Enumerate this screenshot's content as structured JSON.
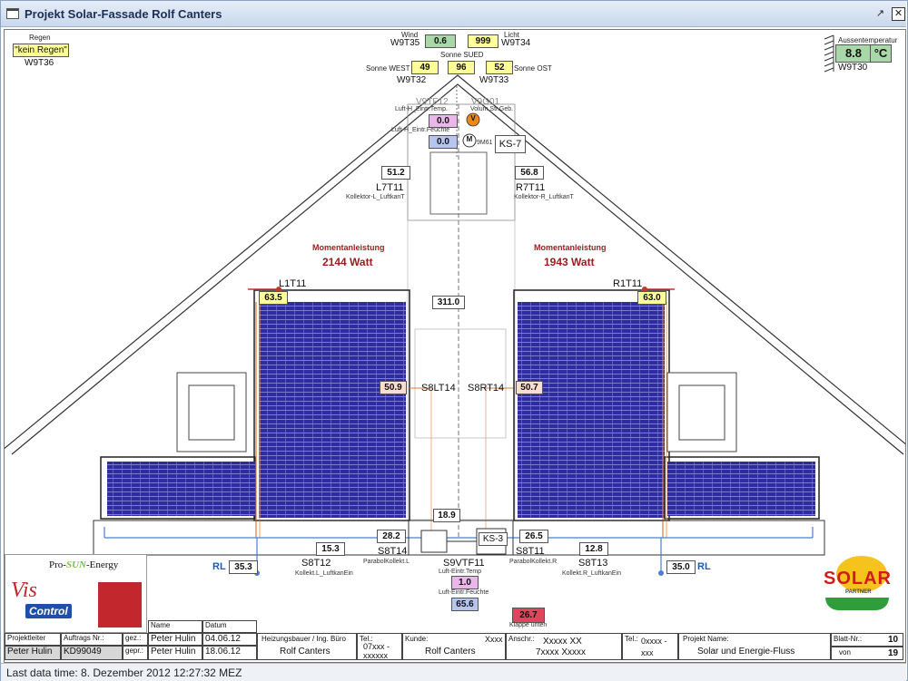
{
  "window": {
    "title": "Projekt Solar-Fassade Rolf Canters",
    "restore_glyph": "↗",
    "close_glyph": "✕"
  },
  "status": {
    "text": "Last data time: 8. Dezember 2012 12:27:32 MEZ"
  },
  "weather": {
    "regen_label": "Regen",
    "regen_value": "\"kein Regen\"",
    "regen_id": "W9T36",
    "wind_label": "Wind",
    "wind_id": "W9T35",
    "wind_value": "0.6",
    "licht_label": "Licht",
    "licht_id": "W9T34",
    "licht_value": "999",
    "sonne_sued_label": "Sonne SUED",
    "sonne_west_label": "Sonne WEST",
    "sonne_west_value": "49",
    "sonne_west_id": "W9T32",
    "sonne_sued_value": "96",
    "sonne_ost_label": "Sonne OST",
    "sonne_ost_value": "52",
    "sonne_ost_id": "W9T33",
    "aussen_label": "Aussentemperatur",
    "aussen_value": "8.8",
    "aussen_unit": "°C",
    "aussen_id": "W9T30"
  },
  "top_sensors": {
    "v9tf12": "V9TF12",
    "v9g01": "V9G01",
    "luft_h_temp_label": "Luft-H_Eintr.Temp.",
    "volum_label": "Volum.Str.Geb.",
    "luft_h_temp_value": "0.0",
    "luft_h_feuchte_label": "Luft-H_Eintr.Feuchte",
    "luft_h_feuchte_value": "0.0",
    "v_glyph": "V",
    "m_glyph": "M",
    "motor_id": "9M61",
    "ks7": "KS-7"
  },
  "collectors": {
    "left_value": "51.2",
    "left_id": "L7T11",
    "left_label": "Kollektor-L_LuftkanT",
    "right_value": "56.8",
    "right_id": "R7T11",
    "right_label": "Kollektor-R_LuftkanT",
    "left_power_label": "Momentanleistung",
    "left_power": "2144 Watt",
    "right_power_label": "Momentanleistung",
    "right_power": "1943 Watt",
    "l1t11": "L1T11",
    "l1t11_value": "63.5",
    "r1t11": "R1T11",
    "r1t11_value": "63.0",
    "center_value": "311.0",
    "s8lt14_value": "50.9",
    "s8lt14": "S8LT14",
    "s8rt14": "S8RT14",
    "s8rt14_value": "50.7",
    "bottom_center_value": "18.9"
  },
  "bottom": {
    "left_value": "28.2",
    "right_value": "26.5",
    "ks3": "KS-3",
    "s8t12_value": "15.3",
    "s8t14": "S8T14",
    "s8t11": "S8T11",
    "s8t13_value": "12.8",
    "s8t12": "S8T12",
    "parabol_l": "ParabolKollekt.L",
    "s9vtf11": "S9VTF11",
    "parabol_r": "ParabolKollekt.R",
    "s8t13": "S8T13",
    "kollekt_l_label": "Kollekt.L_LuftkanEin",
    "kollekt_r_label": "Kollekt.R_LuftkanEin",
    "rl_left_label": "RL",
    "rl_left_value": "35.3",
    "rl_right_value": "35.0",
    "rl_right_label": "RL",
    "luft_temp_label": "Luft-Eintr.Temp",
    "luft_temp_value": "1.0",
    "luft_feuchte_label": "Luft-Eintr.Feuchte",
    "luft_feuchte_value": "65.6",
    "klappe_value": "26.7",
    "klappe_label": "Klappe unten"
  },
  "logos": {
    "pro_sun": "Pro-",
    "sun": "SUN",
    "energy": "-Energy",
    "vis": "Vis",
    "control": "Control",
    "solar": "SOLAR",
    "partner": "PARTNER"
  },
  "footer": {
    "name_hdr": "Name",
    "datum_hdr": "Datum",
    "projektleiter_hdr": "Projektleiter",
    "auftrags_hdr": "Auftrags Nr.:",
    "gez": "gez.:",
    "gez_name": "Peter Hulin",
    "gez_date": "04.06.12",
    "projektleiter": "Peter Hulin",
    "auftrag": "KD99049",
    "gepr": "gepr.:",
    "gepr_name": "Peter Hulin",
    "gepr_date": "18.06.12",
    "heizungsbauer_hdr": "Heizungsbauer / Ing. Büro",
    "heizungsbauer": "Rolf Canters",
    "tel_hdr": "Tel.:",
    "tel1": "07xxx -",
    "tel1b": "xxxxxx",
    "kunde_hdr": "Kunde:",
    "kunde_x": "Xxxx",
    "kunde": "Rolf Canters",
    "anschr_hdr": "Anschr.:",
    "anschr1": "Xxxxx XX",
    "anschr2": "7xxxx Xxxxx",
    "tel2_hdr": "Tel.:",
    "tel2": "0xxxx -",
    "tel2b": "xxx",
    "projekt_hdr": "Projekt Name:",
    "projekt": "Solar und Energie-Fluss",
    "blatt_hdr": "Blatt-Nr.:",
    "blatt": "10",
    "von_hdr": "von",
    "von": "19"
  }
}
